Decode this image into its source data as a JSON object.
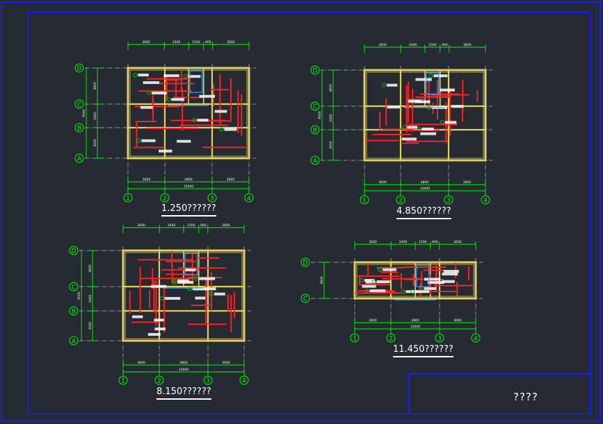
{
  "title_block": {
    "label": "????"
  },
  "plans": [
    {
      "id": "p1",
      "caption": "1.250??????",
      "top_dims": [
        "3600",
        "2400",
        "1500",
        "900",
        "3600"
      ],
      "bottom_dims": [
        "3600",
        "4800",
        "3600"
      ],
      "total_dim": "12000",
      "left_dims": [
        "3600",
        "2400",
        "3000"
      ],
      "left_total": "9000",
      "row_axes": [
        "D",
        "C",
        "B",
        "A"
      ],
      "col_axes": [
        "1",
        "2",
        "3",
        "4"
      ]
    },
    {
      "id": "p2",
      "caption": "4.850??????",
      "top_dims": [
        "3600",
        "2400",
        "1500",
        "900",
        "3600"
      ],
      "bottom_dims": [
        "3600",
        "4800",
        "3600"
      ],
      "total_dim": "12000",
      "left_dims": [
        "3600",
        "2400",
        "3000"
      ],
      "left_total": "9000",
      "row_axes": [
        "D",
        "C",
        "B",
        "A"
      ],
      "col_axes": [
        "1",
        "2",
        "3",
        "4"
      ]
    },
    {
      "id": "p3",
      "caption": "8.150??????",
      "top_dims": [
        "3600",
        "2400",
        "1500",
        "900",
        "3600"
      ],
      "bottom_dims": [
        "3600",
        "4800",
        "3600"
      ],
      "total_dim": "12000",
      "left_dims": [
        "3600",
        "2400",
        "3000"
      ],
      "left_total": "9000",
      "row_axes": [
        "D",
        "C",
        "B",
        "A"
      ],
      "col_axes": [
        "1",
        "2",
        "3",
        "4"
      ]
    },
    {
      "id": "p4",
      "caption": "11.450??????",
      "top_dims": [
        "3600",
        "2400",
        "1500",
        "900",
        "3600"
      ],
      "bottom_dims": [
        "3600",
        "4800",
        "3600"
      ],
      "total_dim": "12000",
      "left_dims": [
        "3600"
      ],
      "left_total": "",
      "row_axes": [
        "D",
        "C"
      ],
      "col_axes": [
        "1",
        "2",
        "3",
        "4"
      ]
    }
  ],
  "colors": {
    "background": "#252a33",
    "frame": "#1a1aff",
    "dimension": "#00ff00",
    "axis_bubble": "#00ff00",
    "beam": "#ff2020",
    "wall": "#e0d060",
    "grid": "#bfbfbf",
    "rebar_label": "#ffffff",
    "slab_mark": "#00cc00",
    "opening": "#3aa6ff"
  }
}
